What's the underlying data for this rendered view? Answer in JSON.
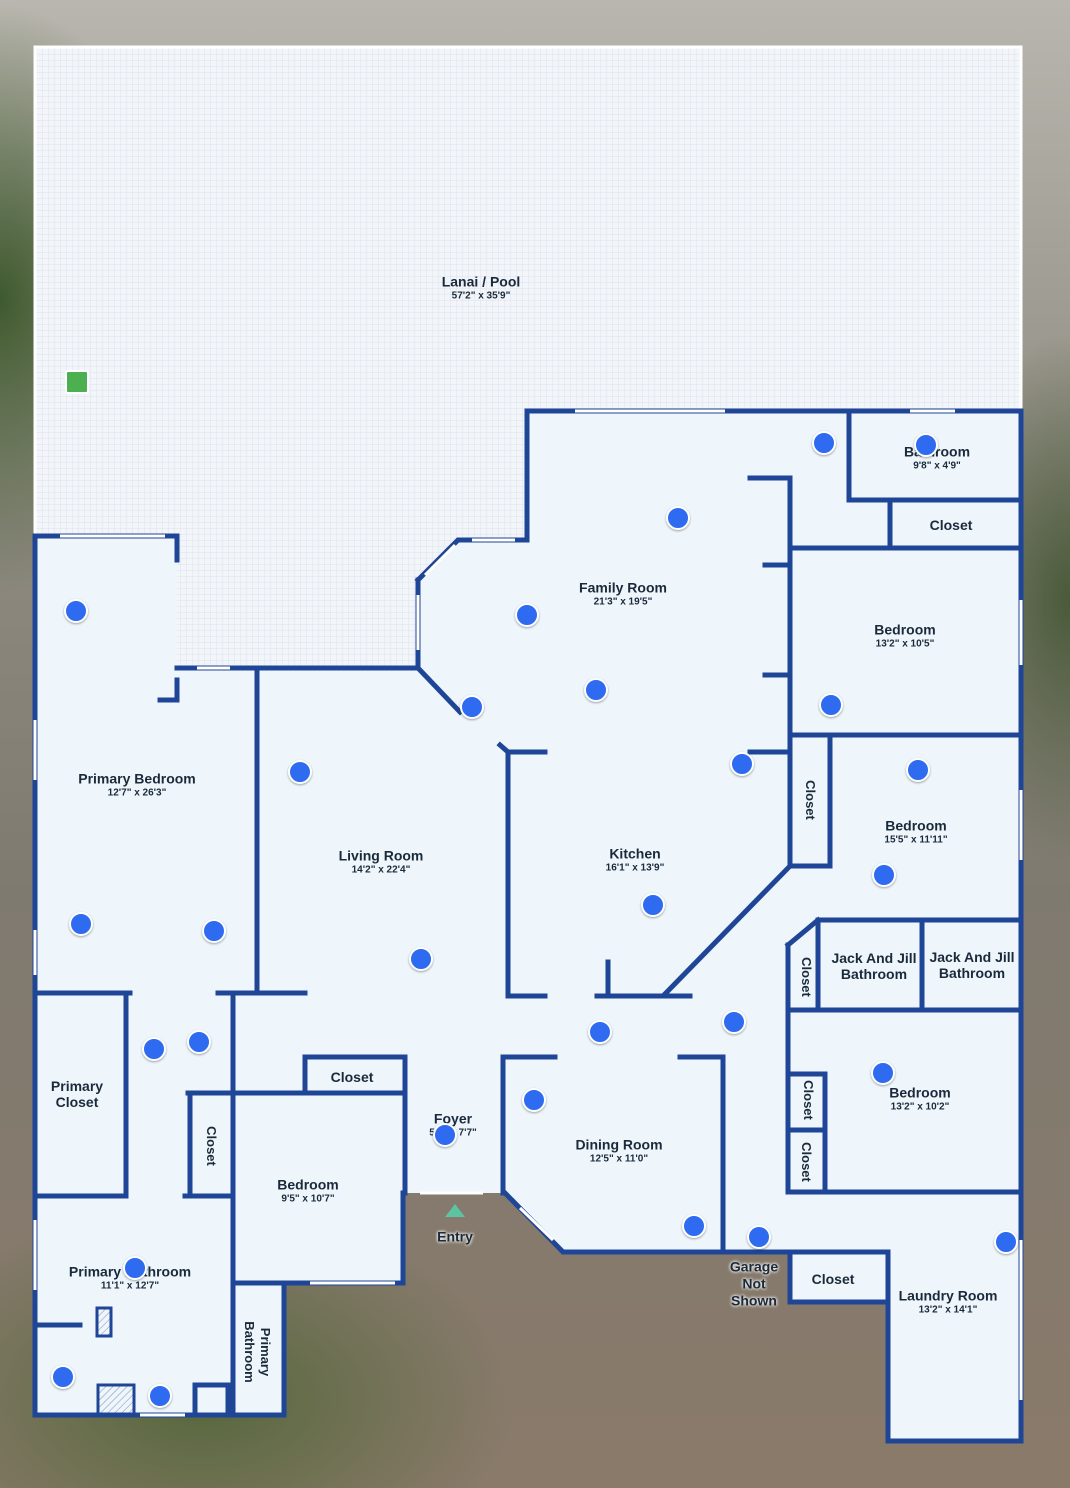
{
  "colors": {
    "wall": "#1f4596",
    "floor": "#eef6fc",
    "lanai_floor": "#f1f4f8",
    "pano_dot": "#2f6bf0",
    "camera_marker": "#4caf50",
    "entry_marker": "#5dc3a0"
  },
  "rooms": {
    "lanai": {
      "name": "Lanai / Pool",
      "dims": "57'2\" x 35'9\""
    },
    "bathroom_top": {
      "name": "Bathroom",
      "dims": "9'8\" x 4'9\""
    },
    "closet_top": {
      "name": "Closet"
    },
    "family_room": {
      "name": "Family Room",
      "dims": "21'3\" x 19'5\""
    },
    "bedroom_ne": {
      "name": "Bedroom",
      "dims": "13'2\" x 10'5\""
    },
    "primary_bedroom": {
      "name": "Primary Bedroom",
      "dims": "12'7\" x 26'3\""
    },
    "living_room": {
      "name": "Living Room",
      "dims": "14'2\" x 22'4\""
    },
    "kitchen": {
      "name": "Kitchen",
      "dims": "16'1\" x 13'9\""
    },
    "bedroom_e": {
      "name": "Bedroom",
      "dims": "15'5\" x 11'11\""
    },
    "closet_e": {
      "name": "Closet"
    },
    "jj_bath_1": {
      "name": "Jack And Jill\nBathroom"
    },
    "jj_bath_2": {
      "name": "Jack And Jill\nBathroom"
    },
    "closet_jj": {
      "name": "Closet"
    },
    "primary_closet": {
      "name": "Primary\nCloset"
    },
    "closet_primary": {
      "name": "Closet"
    },
    "closet_foyer": {
      "name": "Closet"
    },
    "foyer": {
      "name": "Foyer",
      "dims": "5'1\" x 7'7\""
    },
    "dining_room": {
      "name": "Dining Room",
      "dims": "12'5\" x 11'0\""
    },
    "bedroom_se": {
      "name": "Bedroom",
      "dims": "13'2\" x 10'2\""
    },
    "closet_se_1": {
      "name": "Closet"
    },
    "closet_se_2": {
      "name": "Closet"
    },
    "bedroom_sw": {
      "name": "Bedroom",
      "dims": "9'5\" x 10'7\""
    },
    "primary_bathroom": {
      "name": "Primary Bathroom",
      "dims": "11'1\" x 12'7\""
    },
    "primary_bathroom_2": {
      "name": "Primary\nBathroom"
    },
    "closet_laundry": {
      "name": "Closet"
    },
    "laundry_room": {
      "name": "Laundry Room",
      "dims": "13'2\" x 14'1\""
    }
  },
  "markers": {
    "entry": "Entry",
    "garage": "Garage\nNot\nShown"
  }
}
